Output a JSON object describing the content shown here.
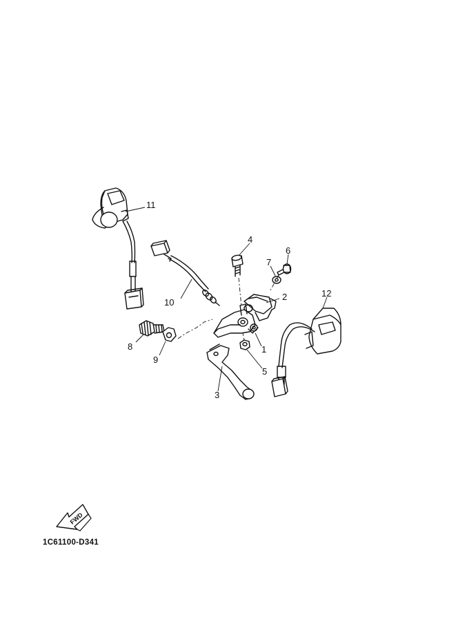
{
  "diagram": {
    "document_code": "1C61100-D341",
    "direction_marker": "FWD",
    "callouts": [
      {
        "id": "1",
        "text": "1"
      },
      {
        "id": "2",
        "text": "2"
      },
      {
        "id": "3",
        "text": "3"
      },
      {
        "id": "4",
        "text": "4"
      },
      {
        "id": "5",
        "text": "5"
      },
      {
        "id": "6",
        "text": "6"
      },
      {
        "id": "7",
        "text": "7"
      },
      {
        "id": "8",
        "text": "8"
      },
      {
        "id": "9",
        "text": "9"
      },
      {
        "id": "10",
        "text": "10"
      },
      {
        "id": "11",
        "text": "11"
      },
      {
        "id": "12",
        "text": "12"
      }
    ]
  }
}
